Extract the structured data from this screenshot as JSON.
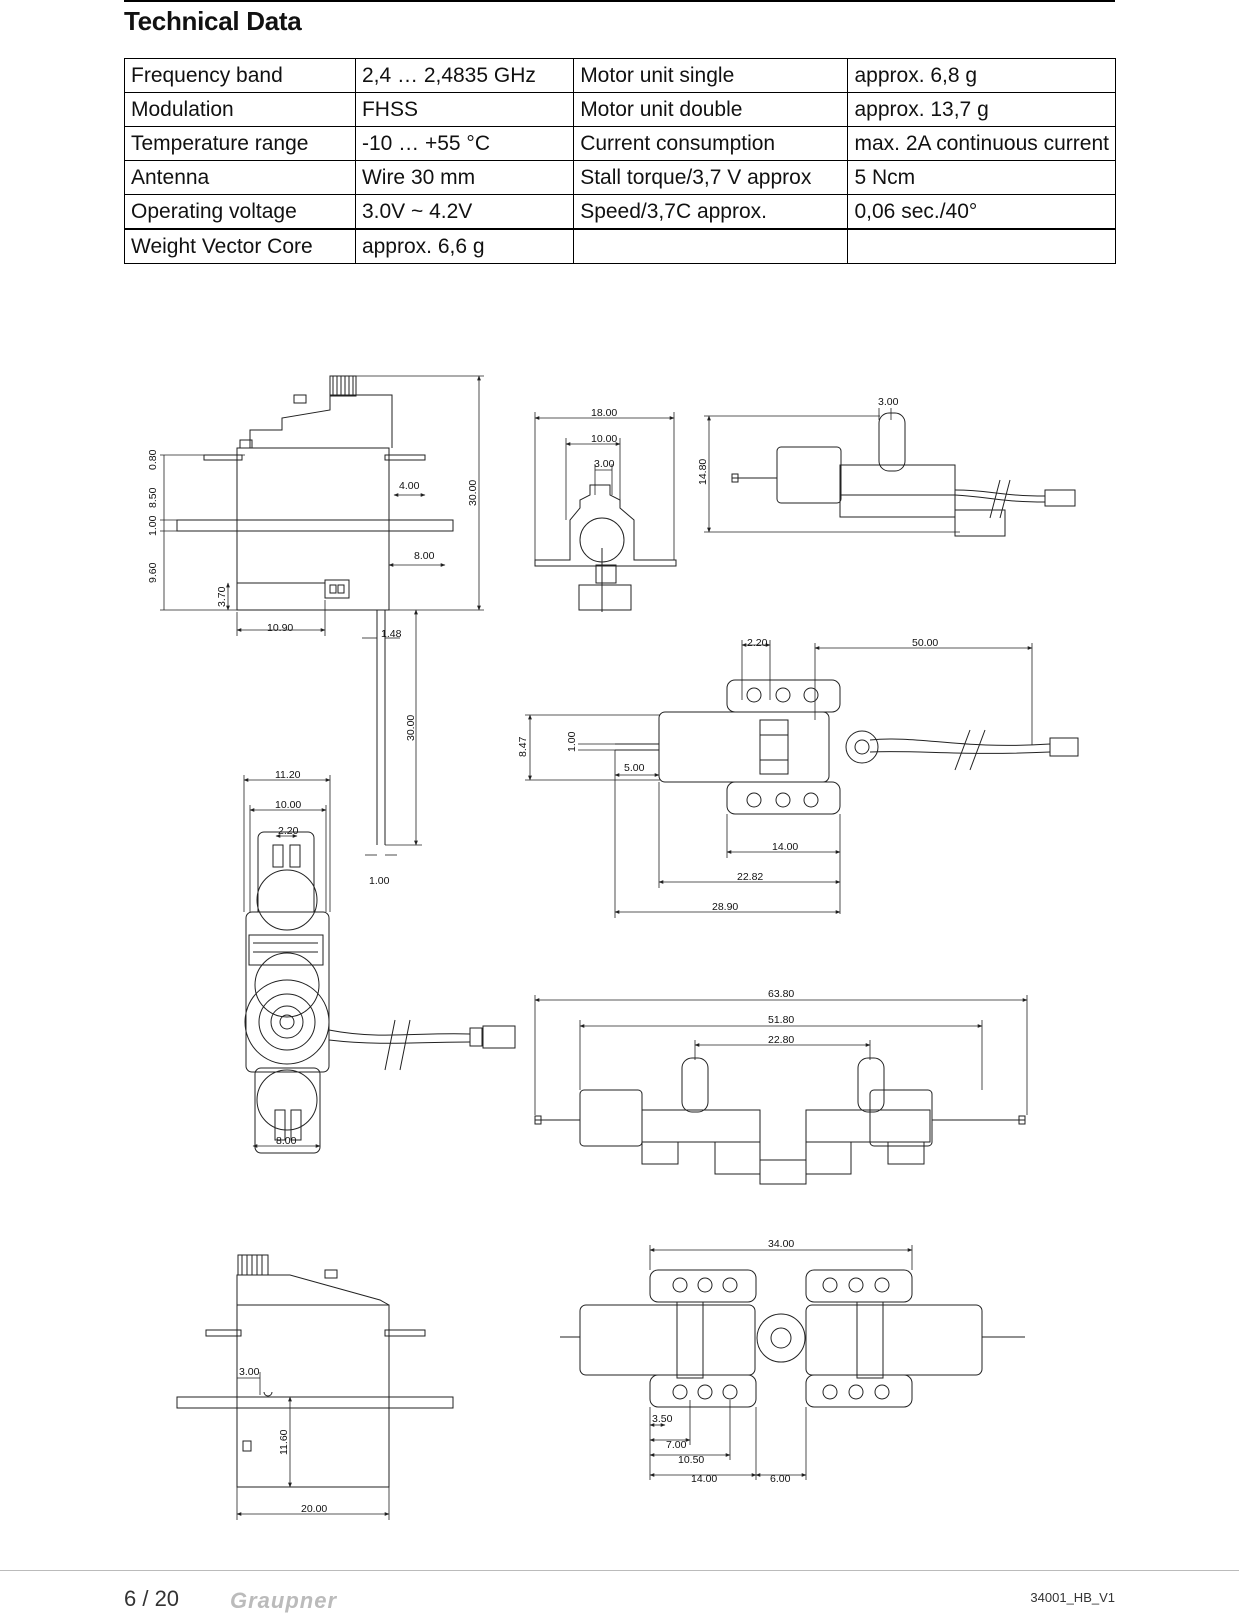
{
  "title": "Technical Data",
  "spec_rows": [
    [
      "Frequency band",
      "2,4 … 2,4835 GHz",
      "Motor unit single",
      "approx. 6,8 g"
    ],
    [
      "Modulation",
      "FHSS",
      "Motor unit double",
      "approx. 13,7 g"
    ],
    [
      "Temperature range",
      "-10 … +55 °C",
      "Current consumption",
      "max. 2A continuous current"
    ],
    [
      "Antenna",
      "Wire 30 mm",
      "Stall torque/3,7 V approx",
      "5 Ncm"
    ],
    [
      "Operating voltage",
      "3.0V ~ 4.2V",
      "Speed/3,7C approx.",
      "0,06 sec./40°"
    ],
    [
      "Weight Vector Core",
      "approx. 6,6 g",
      "",
      ""
    ]
  ],
  "dims": {
    "d0_80": "0.80",
    "d8_50": "8.50",
    "d1_00a": "1.00",
    "d9_60": "9.60",
    "d3_70": "3.70",
    "d4_00": "4.00",
    "d8_00a": "8.00",
    "d30_00a": "30.00",
    "d10_90": "10.90",
    "d1_48": "1.48",
    "d30_00b": "30.00",
    "d1_00b": "1.00",
    "d18_00": "18.00",
    "d10_00a": "10.00",
    "d3_00a": "3.00",
    "d3_00b": "3.00",
    "d14_80": "14.80",
    "d2_20a": "2.20",
    "d50_00": "50.00",
    "d8_47": "8.47",
    "d1_00c": "1.00",
    "d5_00": "5.00",
    "d14_00a": "14.00",
    "d22_82": "22.82",
    "d28_90": "28.90",
    "d11_20": "11.20",
    "d10_00b": "10.00",
    "d2_20b": "2.20",
    "d8_00b": "8.00",
    "d63_80": "63.80",
    "d51_80": "51.80",
    "d22_80": "22.80",
    "d3_00c": "3.00",
    "d11_60": "11.60",
    "d20_00": "20.00",
    "d34_00": "34.00",
    "d3_50": "3.50",
    "d7_00": "7.00",
    "d10_50": "10.50",
    "d14_00b": "14.00",
    "d6_00": "6.00"
  },
  "footer": {
    "page": "6 / 20",
    "brand": "Graupner",
    "doc_id": "34001_HB_V1"
  }
}
